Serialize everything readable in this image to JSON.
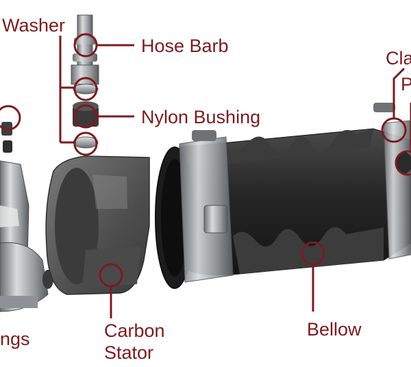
{
  "labels": {
    "washer": "Washer",
    "hose_barb": "Hose Barb",
    "nylon_bushing": "Nylon Bushing",
    "carbon_stator_line1": "Carbon",
    "carbon_stator_line2": "Stator",
    "bellow": "Bellow",
    "clamp_partial": "Cla",
    "pipe_partial": "P",
    "rings_partial": "ngs"
  },
  "colors": {
    "accent": "#7d1a1f",
    "rubber": "#2b2b2b",
    "steel": "#b9bcbf",
    "stator": "#5f5f5f"
  }
}
